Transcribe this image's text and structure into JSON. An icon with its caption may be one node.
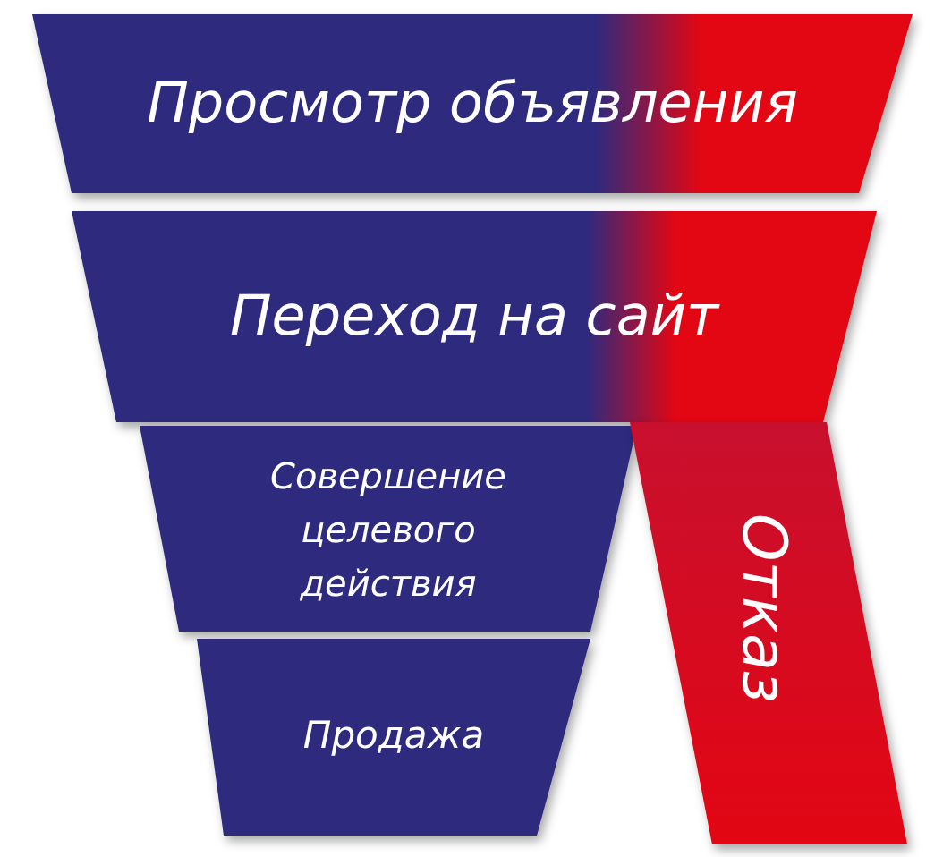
{
  "diagram": {
    "nodes": [
      {
        "text": [
          "Просмотр объявления"
        ]
      },
      {
        "text": [
          "Переход на сайт"
        ]
      },
      {
        "text": [
          "Совершение целевого действия"
        ]
      },
      {
        "text": [
          "Продажа"
        ]
      },
      {
        "text": [
          "Отказ"
        ]
      }
    ]
  }
}
